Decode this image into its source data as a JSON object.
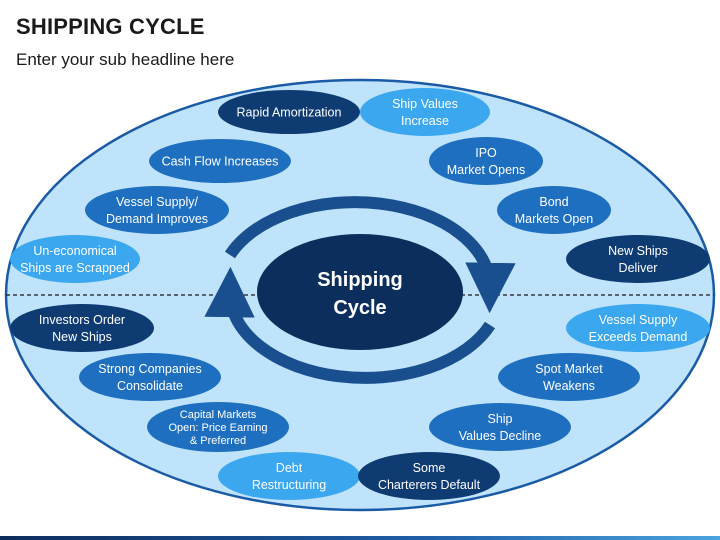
{
  "header": {
    "title": "SHIPPING CYCLE",
    "subtitle": "Enter your sub headline here"
  },
  "center": {
    "lines": [
      "Shipping",
      "Cycle"
    ]
  },
  "colors": {
    "dark": "#0f3b73",
    "mid": "#1f6fc0",
    "light": "#3aa7ee",
    "ellipse_fill": "#bfe3fa",
    "ellipse_stroke": "#1a5aa6",
    "center_fill": "#0b2e5c",
    "arrow": "#1a4f8f"
  },
  "nodes": [
    {
      "id": "rapid-amortization",
      "lines": [
        "Rapid Amortization"
      ],
      "tone": "dark"
    },
    {
      "id": "ship-values-increase",
      "lines": [
        "Ship Values",
        "Increase"
      ],
      "tone": "light"
    },
    {
      "id": "cash-flow-increases",
      "lines": [
        "Cash Flow Increases"
      ],
      "tone": "mid"
    },
    {
      "id": "ipo-market-opens",
      "lines": [
        "IPO",
        "Market Opens"
      ],
      "tone": "mid"
    },
    {
      "id": "vessel-supply-demand-improves",
      "lines": [
        "Vessel Supply/",
        "Demand Improves"
      ],
      "tone": "mid"
    },
    {
      "id": "bond-markets-open",
      "lines": [
        "Bond",
        "Markets Open"
      ],
      "tone": "mid"
    },
    {
      "id": "uneconomical-ships-scrapped",
      "lines": [
        "Un-economical",
        "Ships are Scrapped"
      ],
      "tone": "light"
    },
    {
      "id": "new-ships-deliver",
      "lines": [
        "New Ships",
        "Deliver"
      ],
      "tone": "dark"
    },
    {
      "id": "investors-order-new-ships",
      "lines": [
        "Investors Order",
        "New Ships"
      ],
      "tone": "dark"
    },
    {
      "id": "vessel-supply-exceeds-demand",
      "lines": [
        "Vessel Supply",
        "Exceeds Demand"
      ],
      "tone": "light"
    },
    {
      "id": "strong-companies-consolidate",
      "lines": [
        "Strong Companies",
        "Consolidate"
      ],
      "tone": "mid"
    },
    {
      "id": "spot-market-weakens",
      "lines": [
        "Spot Market",
        "Weakens"
      ],
      "tone": "mid"
    },
    {
      "id": "capital-markets-open",
      "lines": [
        "Capital Markets",
        "Open: Price Earning",
        "& Preferred"
      ],
      "tone": "mid"
    },
    {
      "id": "ship-values-decline",
      "lines": [
        "Ship",
        "Values Decline"
      ],
      "tone": "mid"
    },
    {
      "id": "debt-restructuring",
      "lines": [
        "Debt",
        "Restructuring"
      ],
      "tone": "light"
    },
    {
      "id": "some-charterers-default",
      "lines": [
        "Some",
        "Charterers Default"
      ],
      "tone": "dark"
    }
  ]
}
